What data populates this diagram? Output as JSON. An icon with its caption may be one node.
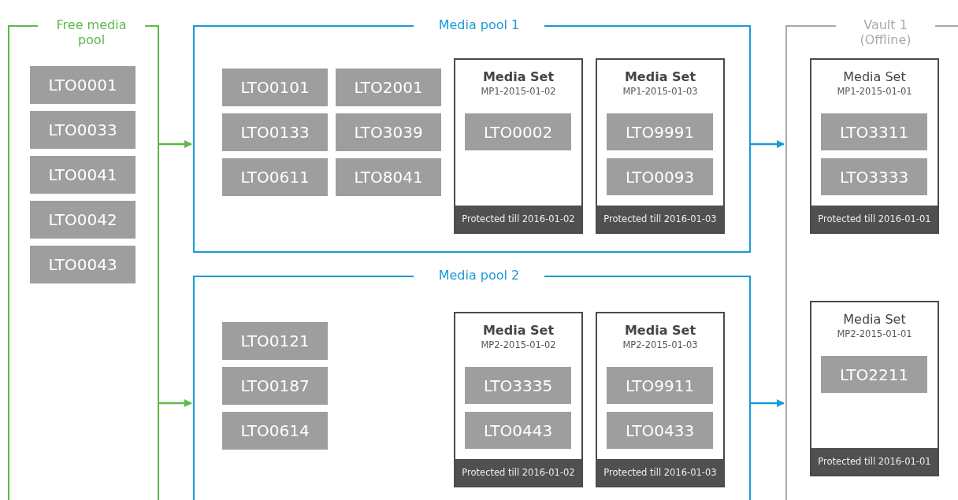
{
  "diagram": {
    "nodes": [
      {
        "text": [
          "Free media pool"
        ]
      },
      {
        "text": [
          "LTO0001"
        ],
        "in": 0
      },
      {
        "text": [
          "LTO0033"
        ],
        "in": 0
      },
      {
        "text": [
          "LTO0041"
        ],
        "in": 0
      },
      {
        "text": [
          "LTO0042"
        ],
        "in": 0
      },
      {
        "text": [
          "LTO0043"
        ],
        "in": 0
      },
      {
        "text": [
          "Media pool 1"
        ]
      },
      {
        "text": [
          "LTO0101"
        ],
        "in": 6
      },
      {
        "text": [
          "LTO2001"
        ],
        "in": 6
      },
      {
        "text": [
          "LTO0133"
        ],
        "in": 6
      },
      {
        "text": [
          "LTO3039"
        ],
        "in": 6
      },
      {
        "text": [
          "LTO0611"
        ],
        "in": 6
      },
      {
        "text": [
          "LTO8041"
        ],
        "in": 6
      },
      {
        "text": [
          "Media Set",
          "MP1-2015-01-02",
          "Protected till 2016-01-02"
        ],
        "in": 6
      },
      {
        "text": [
          "LTO0002"
        ],
        "in": 13
      },
      {
        "text": [
          "Media Set",
          "MP1-2015-01-03",
          "Protected till 2016-01-03"
        ],
        "in": 6
      },
      {
        "text": [
          "LTO9991"
        ],
        "in": 15
      },
      {
        "text": [
          "LTO0093"
        ],
        "in": 15
      },
      {
        "text": [
          "Media pool 2"
        ]
      },
      {
        "text": [
          "LTO0121"
        ],
        "in": 18
      },
      {
        "text": [
          "LTO0187"
        ],
        "in": 18
      },
      {
        "text": [
          "LTO0614"
        ],
        "in": 18
      },
      {
        "text": [
          "Media Set",
          "MP2-2015-01-02",
          "Protected till 2016-01-02"
        ],
        "in": 18
      },
      {
        "text": [
          "LTO3335"
        ],
        "in": 22
      },
      {
        "text": [
          "LTO0443"
        ],
        "in": 22
      },
      {
        "text": [
          "Media Set",
          "MP2-2015-01-03",
          "Protected till 2016-01-03"
        ],
        "in": 18
      },
      {
        "text": [
          "LTO9911"
        ],
        "in": 25
      },
      {
        "text": [
          "LTO0433"
        ],
        "in": 25
      },
      {
        "text": [
          "Vault 1 (Offline)"
        ]
      },
      {
        "text": [
          "Media Set",
          "MP1-2015-01-01",
          "Protected till 2016-01-01"
        ],
        "in": 28
      },
      {
        "text": [
          "LTO3311"
        ],
        "in": 29
      },
      {
        "text": [
          "LTO3333"
        ],
        "in": 29
      },
      {
        "text": [
          "Media Set",
          "MP2-2015-01-01",
          "Protected till 2016-01-01"
        ],
        "in": 28
      },
      {
        "text": [
          "LTO2211"
        ],
        "in": 32
      }
    ],
    "edges": [
      {
        "from": 0,
        "to": 6,
        "arrow": "to",
        "color": "#5cb94a"
      },
      {
        "from": 0,
        "to": 18,
        "arrow": "to",
        "color": "#5cb94a"
      },
      {
        "from": 6,
        "to": 28,
        "arrow": "to",
        "color": "#1a9ad6"
      },
      {
        "from": 18,
        "to": 28,
        "arrow": "to",
        "color": "#1a9ad6"
      }
    ]
  }
}
